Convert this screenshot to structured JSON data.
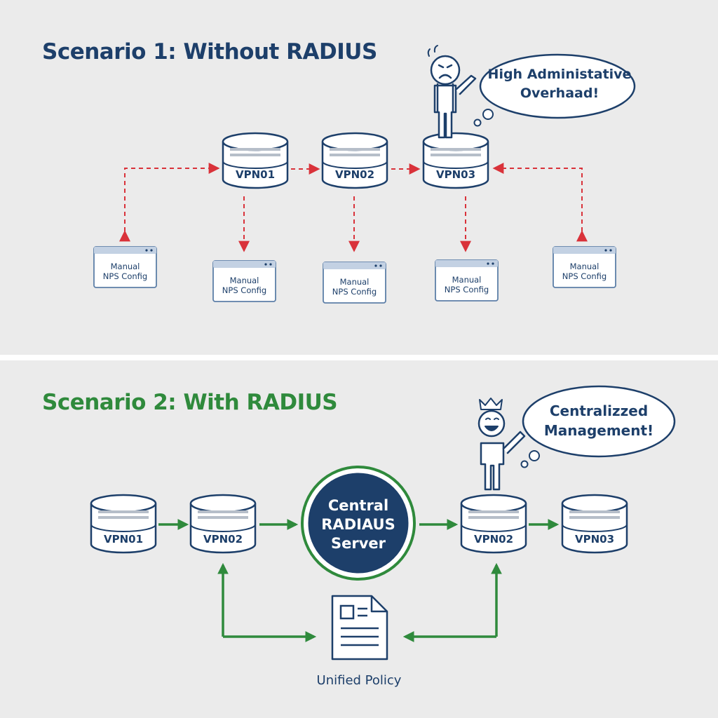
{
  "scenario1": {
    "title": "Scenario 1: Without RADIUS",
    "servers": [
      "VPN01",
      "VPN02",
      "VPN03"
    ],
    "config_label_line1": "Manual",
    "config_label_line2": "NPS Config",
    "speech": [
      "High Administative",
      "Overhaad!"
    ]
  },
  "scenario2": {
    "title": "Scenario 2: With RADIUS",
    "servers": [
      "VPN01",
      "VPN02",
      "VPN02",
      "VPN03"
    ],
    "central": [
      "Central",
      "RADIAUS",
      "Server"
    ],
    "policy_label": "Unified Policy",
    "speech": [
      "Centralizzed",
      "Management!"
    ]
  },
  "colors": {
    "navy": "#1d3f6a",
    "green": "#2f8a3c",
    "red": "#d9323a",
    "bubble_stroke": "#1d3f6a",
    "background": "#ebebeb"
  }
}
